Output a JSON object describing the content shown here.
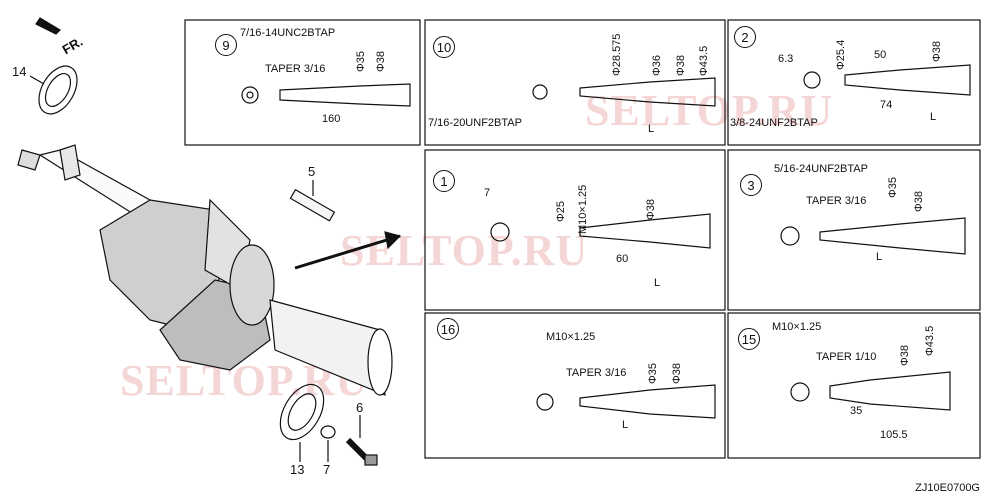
{
  "direction_label": "FR.",
  "diagram_code": "ZJ10E0700G",
  "watermarks": [
    "SELTOP.RU",
    "SELTOP.RU",
    "SELTOP.RU"
  ],
  "parts": [
    "14",
    "5",
    "6",
    "13",
    "7"
  ],
  "panels": {
    "p9": {
      "id": "9",
      "thread": "7/16-14UNC2BTAP",
      "taper": "TAPER 3/16",
      "d1": "Φ35",
      "d2": "Φ38",
      "length": "160"
    },
    "p10": {
      "id": "10",
      "thread": "7/16-20UNF2BTAP",
      "d1": "Φ28.575",
      "d2": "Φ36",
      "d3": "Φ38",
      "d4": "Φ43.5",
      "length": "L"
    },
    "p2": {
      "id": "2",
      "thread": "3/8-24UNF2BTAP",
      "key": "6.3",
      "d1": "Φ25.4",
      "d2": "Φ38",
      "len1": "50",
      "len2": "74",
      "length": "L"
    },
    "p1": {
      "id": "1",
      "key": "7",
      "d1": "Φ25",
      "thread": "M10×1.25",
      "d2": "Φ38",
      "len1": "60",
      "length": "L"
    },
    "p3": {
      "id": "3",
      "thread": "5/16-24UNF2BTAP",
      "taper": "TAPER 3/16",
      "d1": "Φ35",
      "d2": "Φ38",
      "length": "L"
    },
    "p16": {
      "id": "16",
      "thread": "M10×1.25",
      "taper": "TAPER 3/16",
      "d1": "Φ35",
      "d2": "Φ38",
      "length": "L"
    },
    "p15": {
      "id": "15",
      "thread": "M10×1.25",
      "taper": "TAPER 1/10",
      "d1": "Φ38",
      "d2": "Φ43.5",
      "len1": "35",
      "len2": "105.5"
    }
  }
}
